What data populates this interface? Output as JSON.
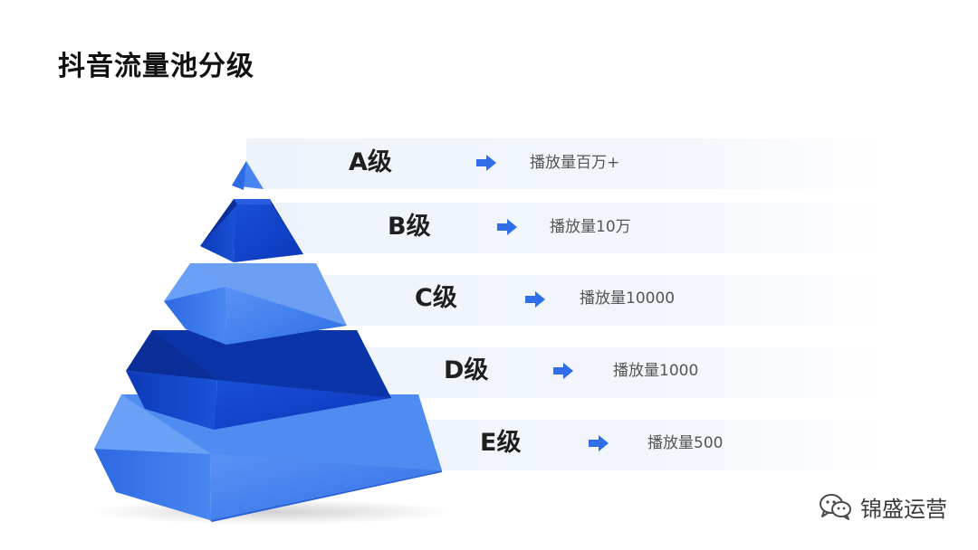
{
  "title": "抖音流量池分级",
  "levels": [
    {
      "label": "A级",
      "desc": "播放量百万+"
    },
    {
      "label": "B级",
      "desc": "播放量10万"
    },
    {
      "label": "C级",
      "desc": "播放量10000"
    },
    {
      "label": "D级",
      "desc": "播放量1000"
    },
    {
      "label": "E级",
      "desc": "播放量500"
    }
  ],
  "watermark": "锦盛运营",
  "colors": {
    "light_face": "#3f80f0",
    "dark_face": "#0d43d1",
    "top_light": "#6a9ff5",
    "top_dark": "#0a2f9e",
    "arrow": "#2f6ee8",
    "band": "#eef3fb"
  },
  "icons": {
    "arrow": "right-arrow-icon",
    "watermark": "wechat-icon"
  }
}
